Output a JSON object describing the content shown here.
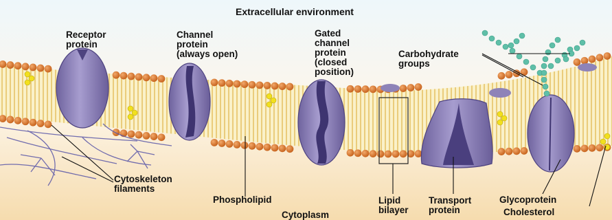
{
  "title": "Extracellular environment",
  "labels": {
    "receptor_protein": "Receptor\nprotein",
    "channel_protein": "Channel\nprotein\n(always open)",
    "gated_channel": "Gated\nchannel\nprotein\n(closed\nposition)",
    "carbohydrate_groups": "Carbohydrate\ngroups",
    "cytoskeleton": "Cytoskeleton\nfilaments",
    "phospholipid": "Phospholipid",
    "cytoplasm": "Cytoplasm",
    "lipid_bilayer": "Lipid\nbilayer",
    "transport_protein": "Transport\nprotein",
    "glycoprotein": "Glycoprotein",
    "cholesterol": "Cholesterol"
  },
  "colors": {
    "extracellular": "#eef7fb",
    "cytoplasm": "#f6dcae",
    "lipid_head": "#d9772f",
    "lipid_tail": "#e8c872",
    "protein": "#8e83b8",
    "protein_dark": "#5b4e8a",
    "carbohydrate": "#5fbfa8",
    "cholesterol": "#f2e01e",
    "cytoskeleton": "#5a57a8"
  }
}
